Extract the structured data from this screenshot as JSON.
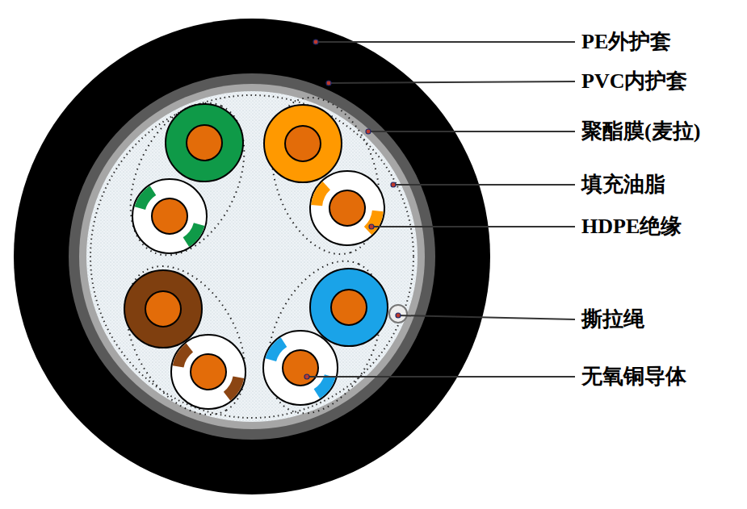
{
  "diagram": {
    "labels": [
      "PE外护套",
      "PVC内护套",
      "聚酯膜(麦拉)",
      "填充油脂",
      "HDPE绝缘",
      "撕拉绳",
      "无氧铜导体"
    ]
  }
}
